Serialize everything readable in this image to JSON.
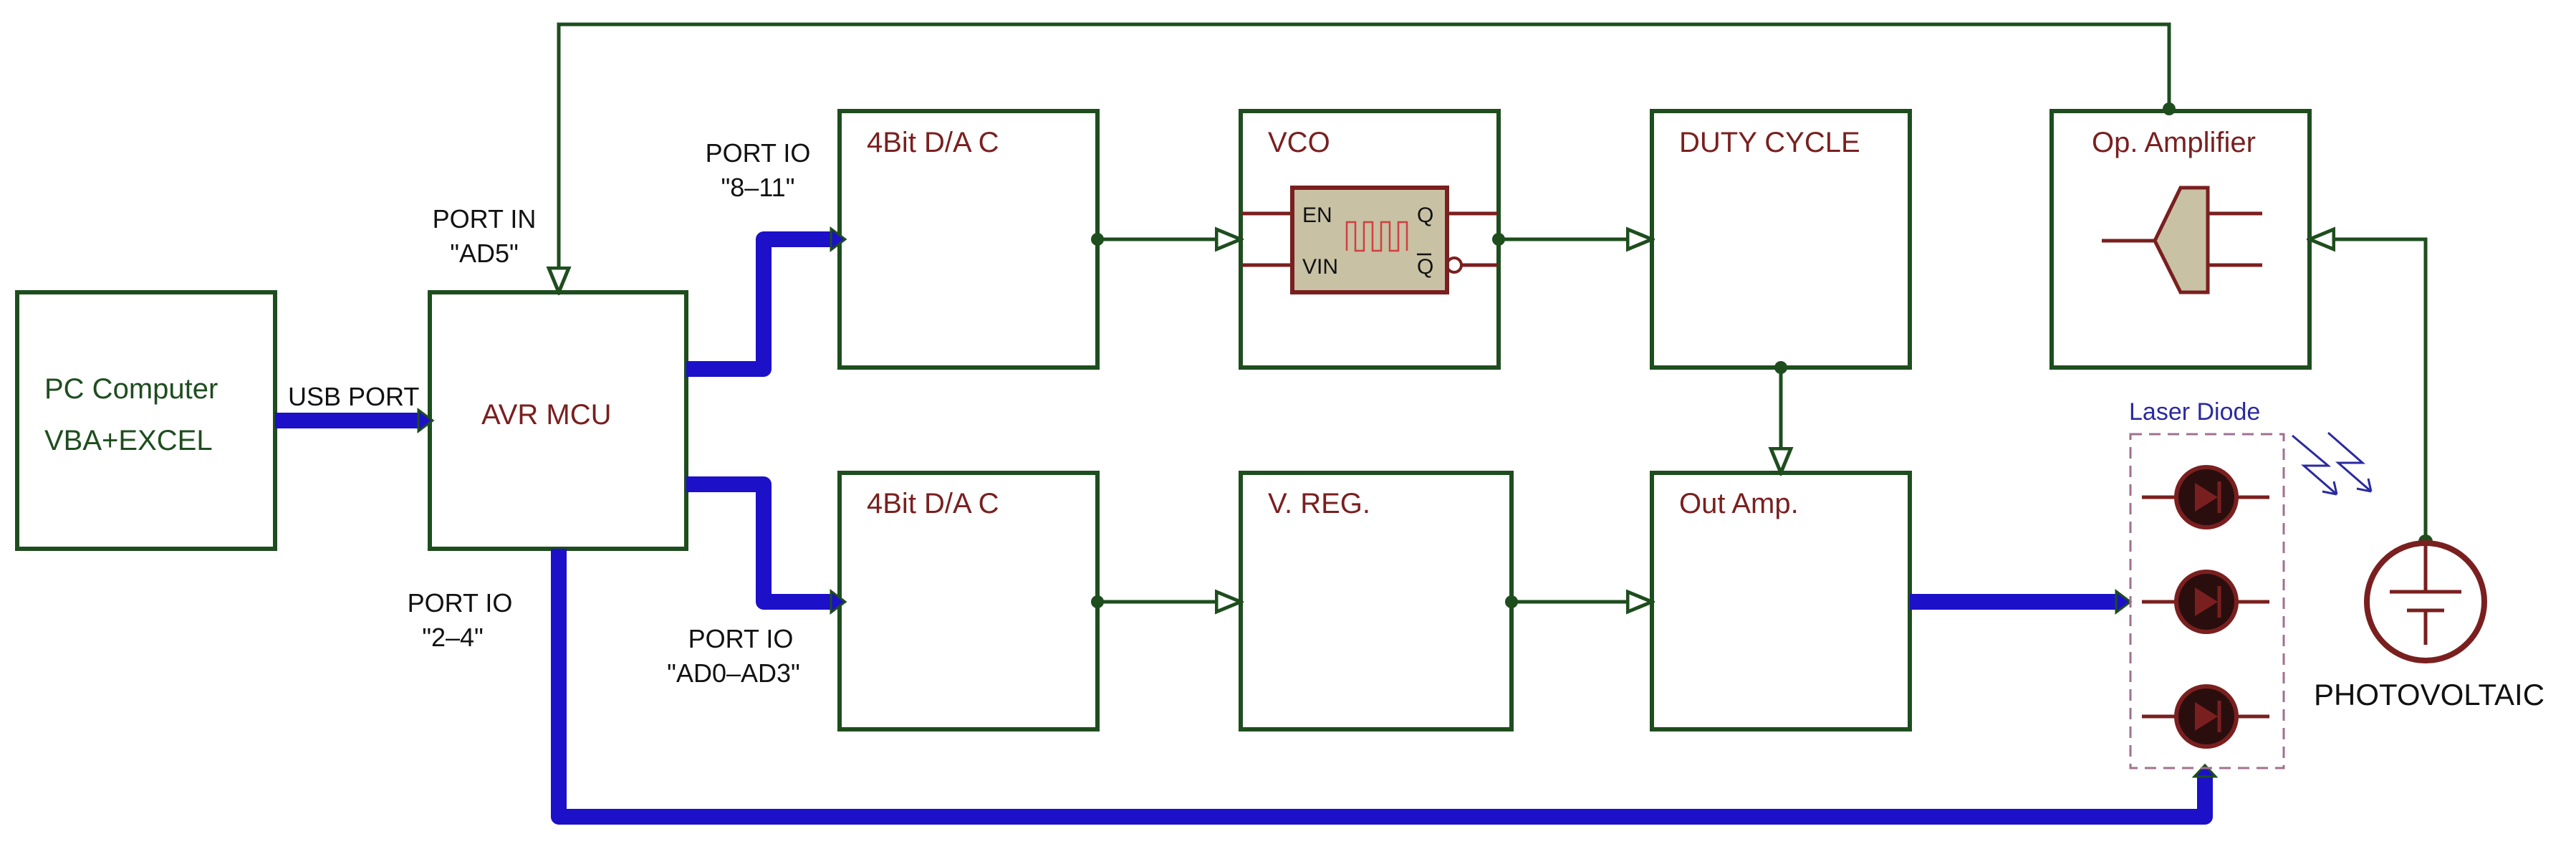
{
  "colors": {
    "block_border": "#1e4d1e",
    "wire": "#1e4d1e",
    "bus": "#1c10c8",
    "title_red": "#7a1f1f",
    "title_green": "#1f4d1f",
    "chip_fill": "#c8c1a4",
    "diode_fill": "#2a0e0e",
    "laser_label": "#2a2aa0"
  },
  "blocks": {
    "pc": {
      "line1": "PC Computer",
      "line2": "VBA+EXCEL"
    },
    "mcu": {
      "title": "AVR MCU"
    },
    "dac_top": {
      "title": "4Bit D/A C"
    },
    "vco": {
      "title": "VCO",
      "pin_en": "EN",
      "pin_vin": "VIN",
      "pin_q": "Q",
      "pin_qbar": "Q"
    },
    "duty": {
      "title": "DUTY CYCLE"
    },
    "opamp": {
      "title": "Op. Amplifier"
    },
    "dac_bottom": {
      "title": "4Bit D/A C"
    },
    "vreg": {
      "title": "V. REG."
    },
    "outamp": {
      "title": "Out Amp."
    }
  },
  "labels": {
    "usb": "USB PORT",
    "port_in_1": "PORT IN",
    "port_in_2": "\"AD5\"",
    "port_io_top_1": "PORT IO",
    "port_io_top_2": "\"8–11\"",
    "port_io_mid_1": "PORT IO",
    "port_io_mid_2": "\"AD0–AD3\"",
    "port_io_low_1": "PORT IO",
    "port_io_low_2": "\"2–4\"",
    "laser": "Laser Diode",
    "photovoltaic": "PHOTOVOLTAIC"
  },
  "icons": {
    "light": "light-emission-icon",
    "diode": "laser-diode-icon",
    "pv": "photovoltaic-cell-icon",
    "opamp": "op-amp-symbol-icon"
  }
}
